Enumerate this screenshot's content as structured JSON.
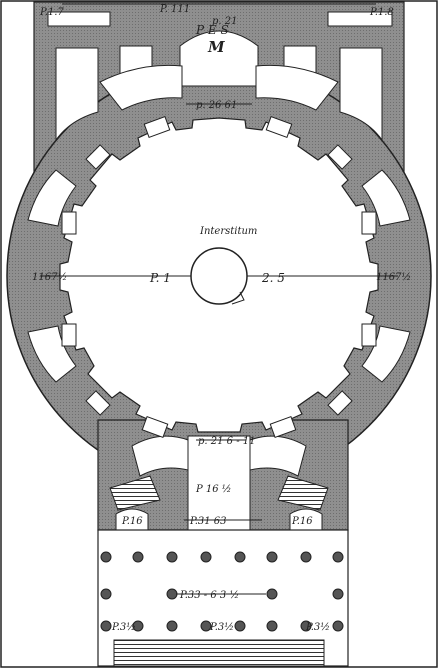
{
  "plan": {
    "top_left_label": "P.1.7",
    "top_center_label": "P. 111",
    "top_small_label": "p. 21",
    "top_right_label": "P.1.8",
    "pes_label": "P E S",
    "m_label": "M",
    "upper_arc_label": "p. 26  61",
    "center_label": "Interstitum",
    "left_side_label": "1167½",
    "right_side_label": "1167½",
    "diameter_left_label": "P.  1",
    "diameter_right_label": "2.  5",
    "lower_span_label": "p. 21 6 - 11",
    "portico_width_label": "P 16  ½",
    "left_pier_label": "P.16",
    "center_span_label": "P.31   63",
    "right_pier_label": "P.16",
    "colonnade_label": "P.33 - 6 3 ½",
    "bottom_left_label": "P.3½",
    "bottom_center_label": "P.3½",
    "bottom_right_label": "P.3½"
  },
  "colors": {
    "wall_fill": "#8c8c8c",
    "ink": "#222222",
    "paper": "#ffffff"
  }
}
